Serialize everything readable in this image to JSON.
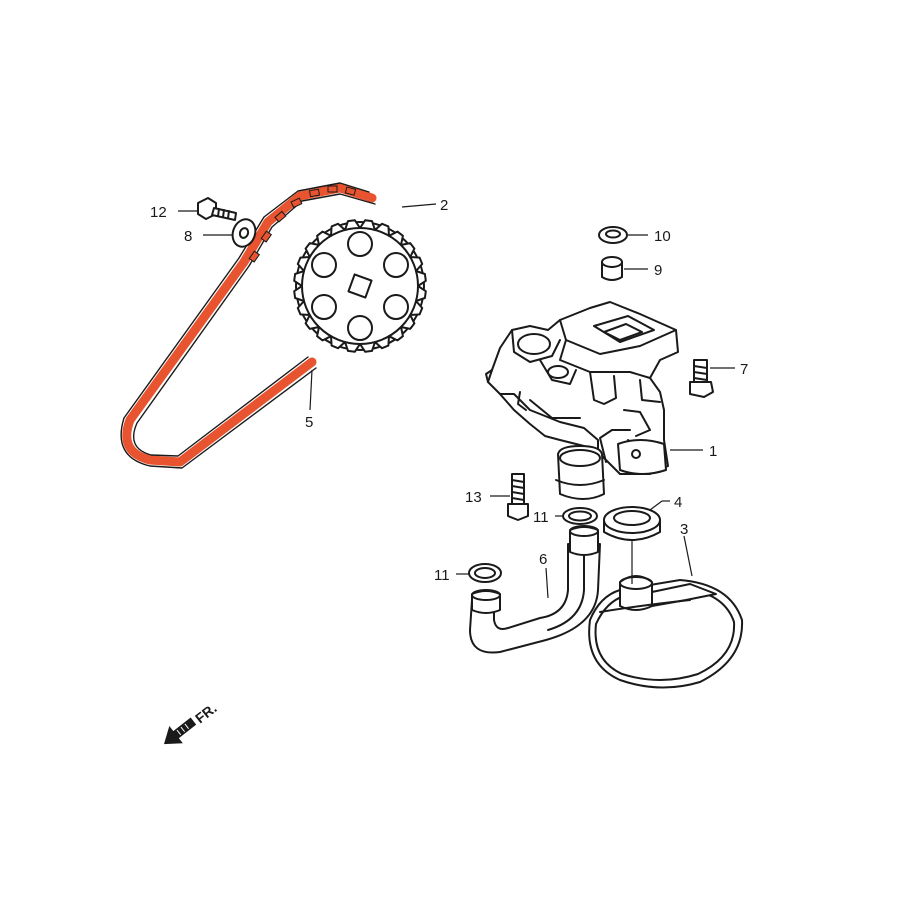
{
  "diagram": {
    "direction_label": "FR.",
    "colors": {
      "chain": "#e8542f",
      "ink": "#1a1a1a",
      "background": "#ffffff"
    },
    "callouts": [
      {
        "id": "1",
        "text": "1"
      },
      {
        "id": "2",
        "text": "2"
      },
      {
        "id": "3",
        "text": "3"
      },
      {
        "id": "4",
        "text": "4"
      },
      {
        "id": "5",
        "text": "5"
      },
      {
        "id": "6",
        "text": "6"
      },
      {
        "id": "7",
        "text": "7"
      },
      {
        "id": "8",
        "text": "8"
      },
      {
        "id": "9",
        "text": "9"
      },
      {
        "id": "10",
        "text": "10"
      },
      {
        "id": "11a",
        "text": "11"
      },
      {
        "id": "11b",
        "text": "11"
      },
      {
        "id": "12",
        "text": "12"
      },
      {
        "id": "13",
        "text": "13"
      }
    ]
  }
}
